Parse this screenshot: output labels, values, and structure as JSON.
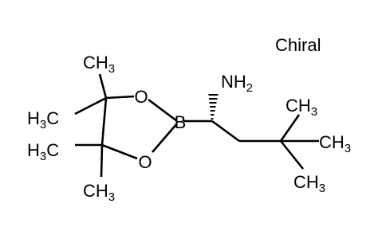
{
  "chiral_label": "Chiral",
  "atoms": {
    "nh2": {
      "main": "NH",
      "sub": "2"
    },
    "boron": "B",
    "oxygen_top": "O",
    "oxygen_bottom": "O",
    "methyl_top": {
      "main": "CH",
      "sub": "3"
    },
    "methyl_upper_left": {
      "pre": "H",
      "sub": "3",
      "post": "C"
    },
    "methyl_lower_left": {
      "pre": "H",
      "sub": "3",
      "post": "C"
    },
    "methyl_bottom": {
      "main": "CH",
      "sub": "3"
    },
    "methyl_tbu_top": {
      "main": "CH",
      "sub": "3"
    },
    "methyl_tbu_right": {
      "main": "CH",
      "sub": "3"
    },
    "methyl_tbu_bottom": {
      "main": "CH",
      "sub": "3"
    }
  },
  "colors": {
    "bond": "#000000",
    "boron": "#9a6a6a",
    "oxygen": "#ff0000",
    "nitrogen": "#0000ff"
  }
}
